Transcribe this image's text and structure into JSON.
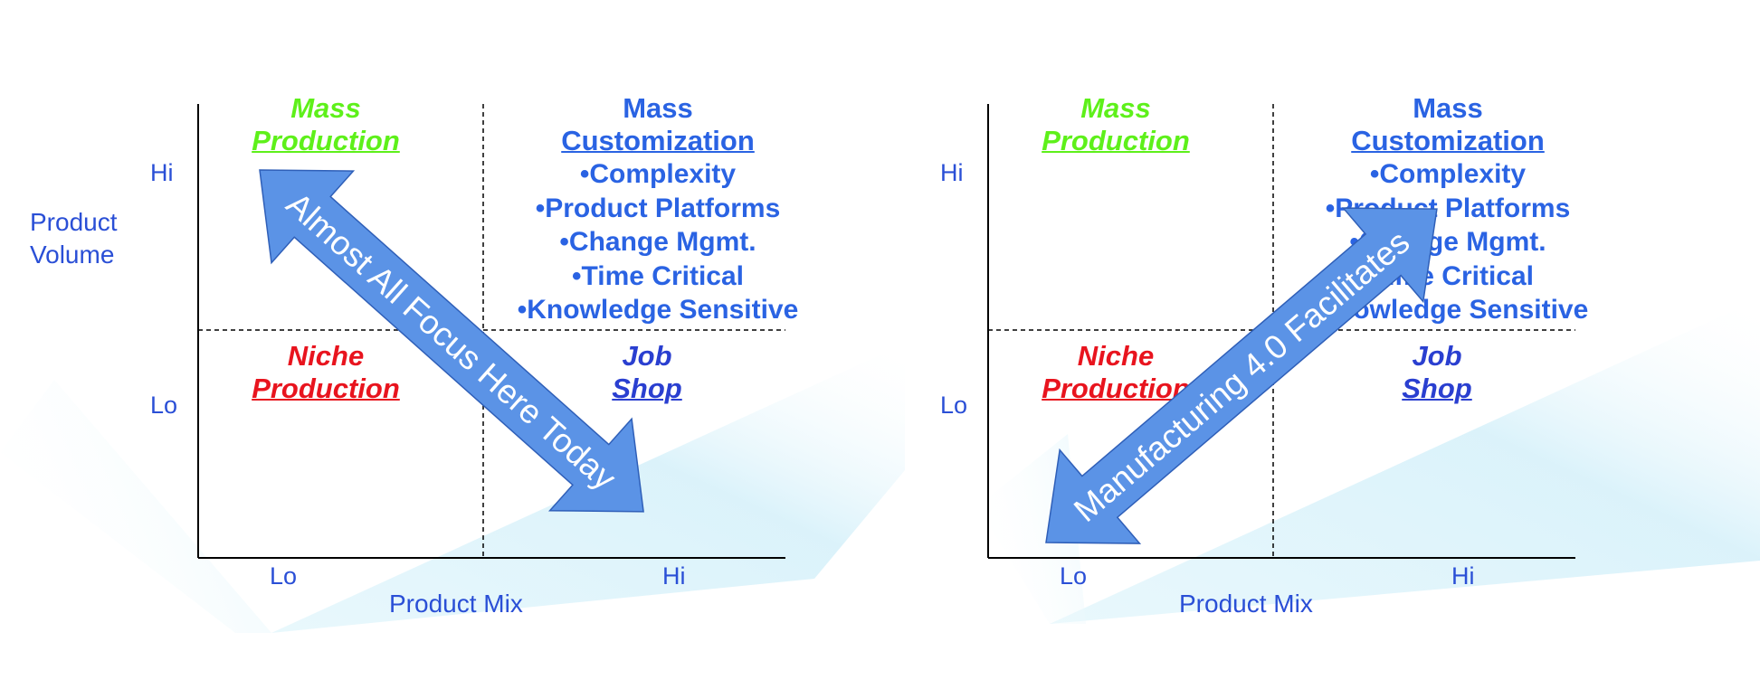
{
  "colors": {
    "axis_text": "#2a4fd6",
    "mass_production": "#5ef01a",
    "niche_production": "#e8141e",
    "mass_customization": "#2a63e3",
    "job_shop": "#2a3fd0",
    "arrow_fill": "#5b93e6",
    "glow": "#d9f3fb"
  },
  "panels": [
    {
      "y_axis_label_line1": "Product",
      "y_axis_label_line2": "Volume",
      "y_ticks": {
        "hi": "Hi",
        "lo": "Lo"
      },
      "x_ticks": {
        "lo": "Lo",
        "hi": "Hi"
      },
      "x_axis_label": "Product Mix",
      "quadrants": {
        "mass_production": {
          "line1": "Mass",
          "line2": "Production"
        },
        "mass_customization": {
          "line1": "Mass",
          "line2": "Customization",
          "bullets": [
            "•Complexity",
            "•Product Platforms",
            "•Change Mgmt.",
            "•Time Critical",
            "•Knowledge Sensitive"
          ]
        },
        "niche_production": {
          "line1": "Niche",
          "line2": "Production"
        },
        "job_shop": {
          "line1": "Job",
          "line2": "Shop"
        }
      },
      "arrow": {
        "label": "Almost All Focus Here Today",
        "icon": "double-headed-arrow-icon"
      }
    },
    {
      "y_ticks": {
        "hi": "Hi",
        "lo": "Lo"
      },
      "x_ticks": {
        "lo": "Lo",
        "hi": "Hi"
      },
      "x_axis_label": "Product Mix",
      "quadrants": {
        "mass_production": {
          "line1": "Mass",
          "line2": "Production"
        },
        "mass_customization": {
          "line1": "Mass",
          "line2": "Customization",
          "bullets": [
            "•Complexity",
            "•Product Platforms",
            "•Change Mgmt.",
            "•Time Critical",
            "•Knowledge Sensitive"
          ]
        },
        "niche_production": {
          "line1": "Niche",
          "line2": "Production"
        },
        "job_shop": {
          "line1": "Job",
          "line2": "Shop"
        }
      },
      "arrow": {
        "label": "Manufacturing 4.0 Facilitates",
        "icon": "double-headed-arrow-icon"
      }
    }
  ]
}
